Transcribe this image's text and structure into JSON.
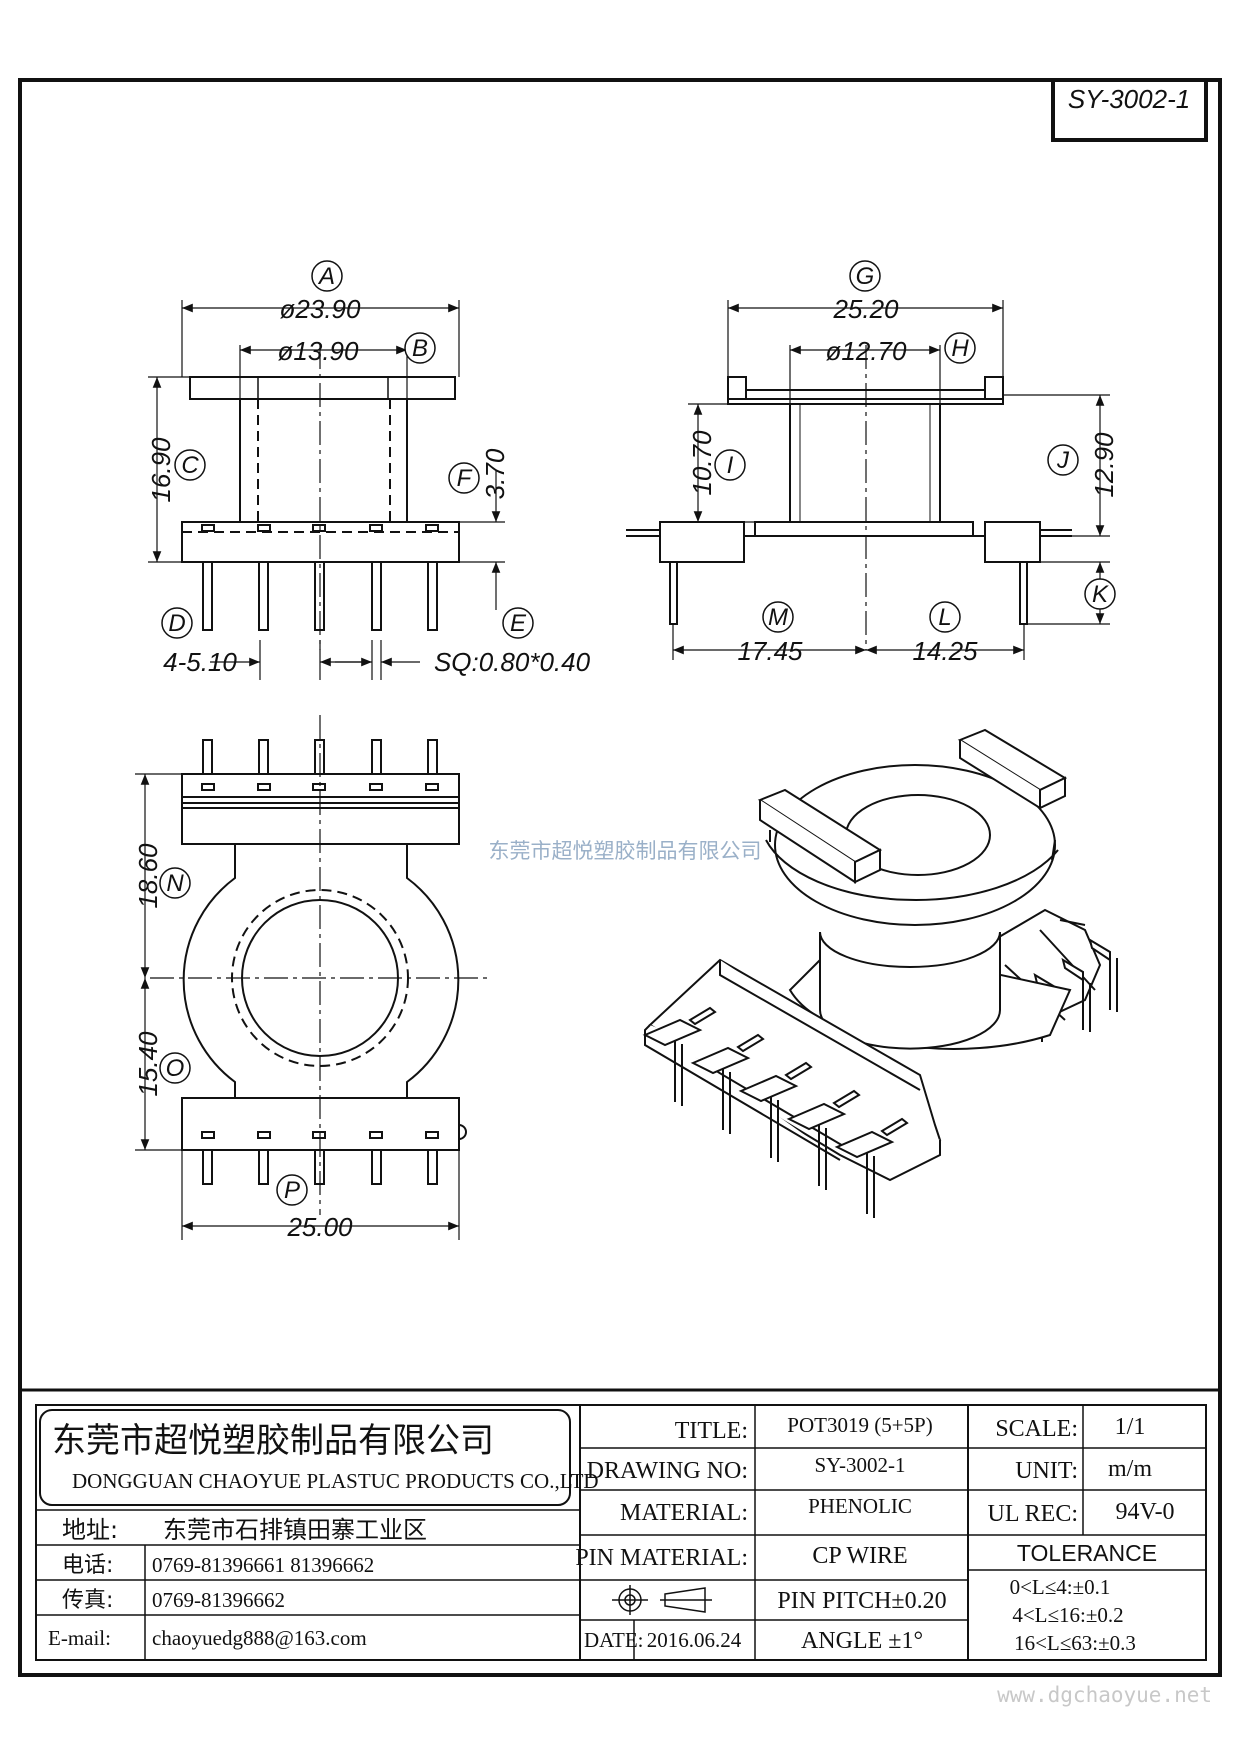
{
  "drawing_code": "SY-3002-1",
  "dims": {
    "a": "ø23.90",
    "b": "ø13.90",
    "c": "16.90",
    "f": "3.70",
    "d": "4-5.10",
    "e": "SQ:0.80*0.40",
    "g": "25.20",
    "h": "ø12.70",
    "i": "10.70",
    "j": "12.90",
    "m": "17.45",
    "l": "14.25",
    "n": "18.60",
    "o": "15.40",
    "p": "25.00"
  },
  "markers": [
    "A",
    "B",
    "C",
    "D",
    "E",
    "F",
    "G",
    "H",
    "I",
    "J",
    "K",
    "L",
    "M",
    "N",
    "O",
    "P"
  ],
  "watermark": "东莞市超悦塑胶制品有限公司",
  "company": {
    "name_cn": "东莞市超悦塑胶制品有限公司",
    "name_en": "DONGGUAN CHAOYUE PLASTUC PRODUCTS CO.,LTD",
    "address_label": "地址:",
    "address": "东莞市石排镇田寨工业区",
    "phone_label": "电话:",
    "phone": "0769-81396661   81396662",
    "fax_label": "传真:",
    "fax": "0769-81396662",
    "email_label": "E-mail:",
    "email": "chaoyuedg888@163.com"
  },
  "title_block": {
    "title_label": "TITLE:",
    "title": "POT3019 (5+5P)",
    "drawing_no_label": "DRAWING NO:",
    "drawing_no": "SY-3002-1",
    "material_label": "MATERIAL:",
    "material": "PHENOLIC",
    "pin_material_label": "PIN MATERIAL:",
    "pin_material": "CP WIRE",
    "pin_pitch": "PIN PITCH±0.20",
    "angle": "ANGLE  ±1°",
    "date_label": "DATE:",
    "date": "2016.06.24",
    "scale_label": "SCALE:",
    "scale": "1/1",
    "unit_label": "UNIT:",
    "unit": "m/m",
    "ul_rec_label": "UL REC:",
    "ul_rec": "94V-0",
    "tolerance_label": "TOLERANCE",
    "tolerances": [
      "0<L≤4:±0.1",
      "4<L≤16:±0.2",
      "16<L≤63:±0.3"
    ]
  },
  "website": "www.dgchaoyue.net"
}
